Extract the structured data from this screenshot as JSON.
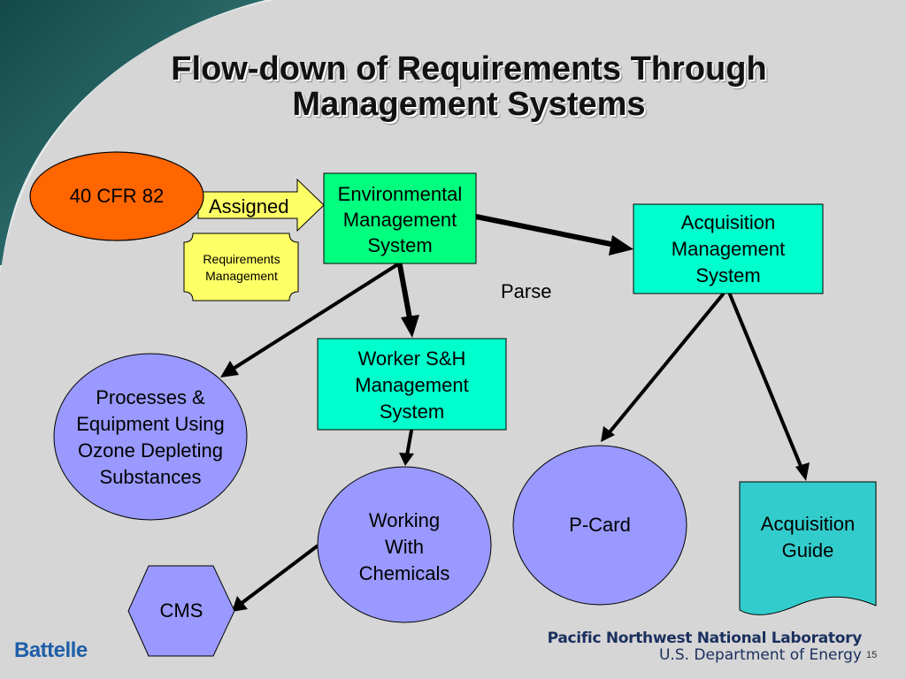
{
  "slide": {
    "title_line1": "Flow-down of Requirements Through",
    "title_line2": "Management Systems"
  },
  "nodes": {
    "cfr": "40 CFR 82",
    "ems": "Environmental\nManagement\nSystem",
    "ams": "Acquisition\nManagement\nSystem",
    "req_mgmt": "Requirements\nManagement",
    "worker": "Worker S&H\nManagement\nSystem",
    "processes": "Processes &\nEquipment Using\nOzone Depleting\nSubstances",
    "working": "Working\nWith\nChemicals",
    "pcard": "P-Card",
    "acq_guide": "Acquisition\nGuide",
    "cms": "CMS"
  },
  "labels": {
    "assigned": "Assigned",
    "parse": "Parse"
  },
  "footer": {
    "org_logo": "Battelle",
    "lab_name": "Pacific Northwest National Laboratory",
    "department": "U.S. Department of Energy",
    "page_number": "15"
  },
  "colors": {
    "background": "#d6d6d6",
    "swoosh_dark": "#1f5a5a",
    "swoosh_light": "#c9d3d3",
    "cfr_fill": "#ff6600",
    "ems_fill": "#00ff7f",
    "teal_fill": "#00ffcc",
    "guide_fill": "#33cccc",
    "circle_fill": "#9999ff",
    "note_fill": "#ffff66",
    "arrow": "#000000"
  }
}
